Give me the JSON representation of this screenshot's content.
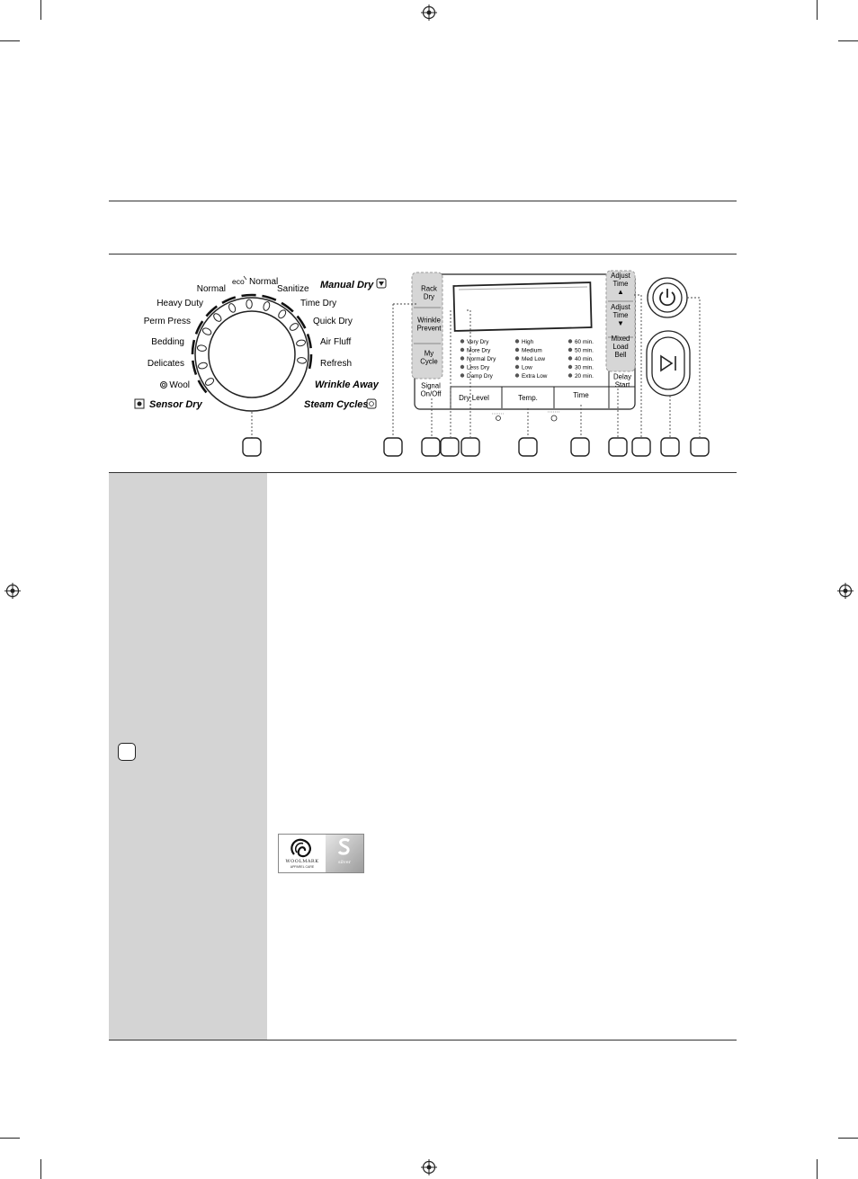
{
  "dial": {
    "left_labels": [
      "Normal",
      "Heavy Duty",
      "Perm Press",
      "Bedding",
      "Delicates",
      "Wool"
    ],
    "eco_normal": "Normal",
    "right_labels": [
      "Sanitize",
      "Time Dry",
      "Quick Dry",
      "Air Fluff",
      "Refresh"
    ],
    "wrinkle_away": "Wrinkle Away",
    "manual_dry": "Manual Dry",
    "sensor_dry": "Sensor Dry",
    "steam_cycles": "Steam Cycles"
  },
  "left_buttons": [
    "Rack Dry",
    "Wrinkle Prevent",
    "My Cycle"
  ],
  "signal_button": "Signal On/Off",
  "indicators": {
    "dry_level": [
      "Very Dry",
      "More Dry",
      "Normal Dry",
      "Less Dry",
      "Damp Dry"
    ],
    "temp": [
      "High",
      "Medium",
      "Med Low",
      "Low",
      "Extra Low"
    ],
    "time": [
      "60 min.",
      "50 min.",
      "40 min.",
      "30 min.",
      "20 min."
    ]
  },
  "bottom_buttons": [
    "Dry Level",
    "Temp.",
    "Time"
  ],
  "right_buttons": [
    "Adjust Time ▲",
    "Adjust Time ▼",
    "Mixed Load Bell"
  ],
  "delay_start": "Delay Start",
  "logos": {
    "woolmark": "WOOLMARK",
    "woolmark_sub": "APPAREL CARE",
    "silver": "silver"
  }
}
